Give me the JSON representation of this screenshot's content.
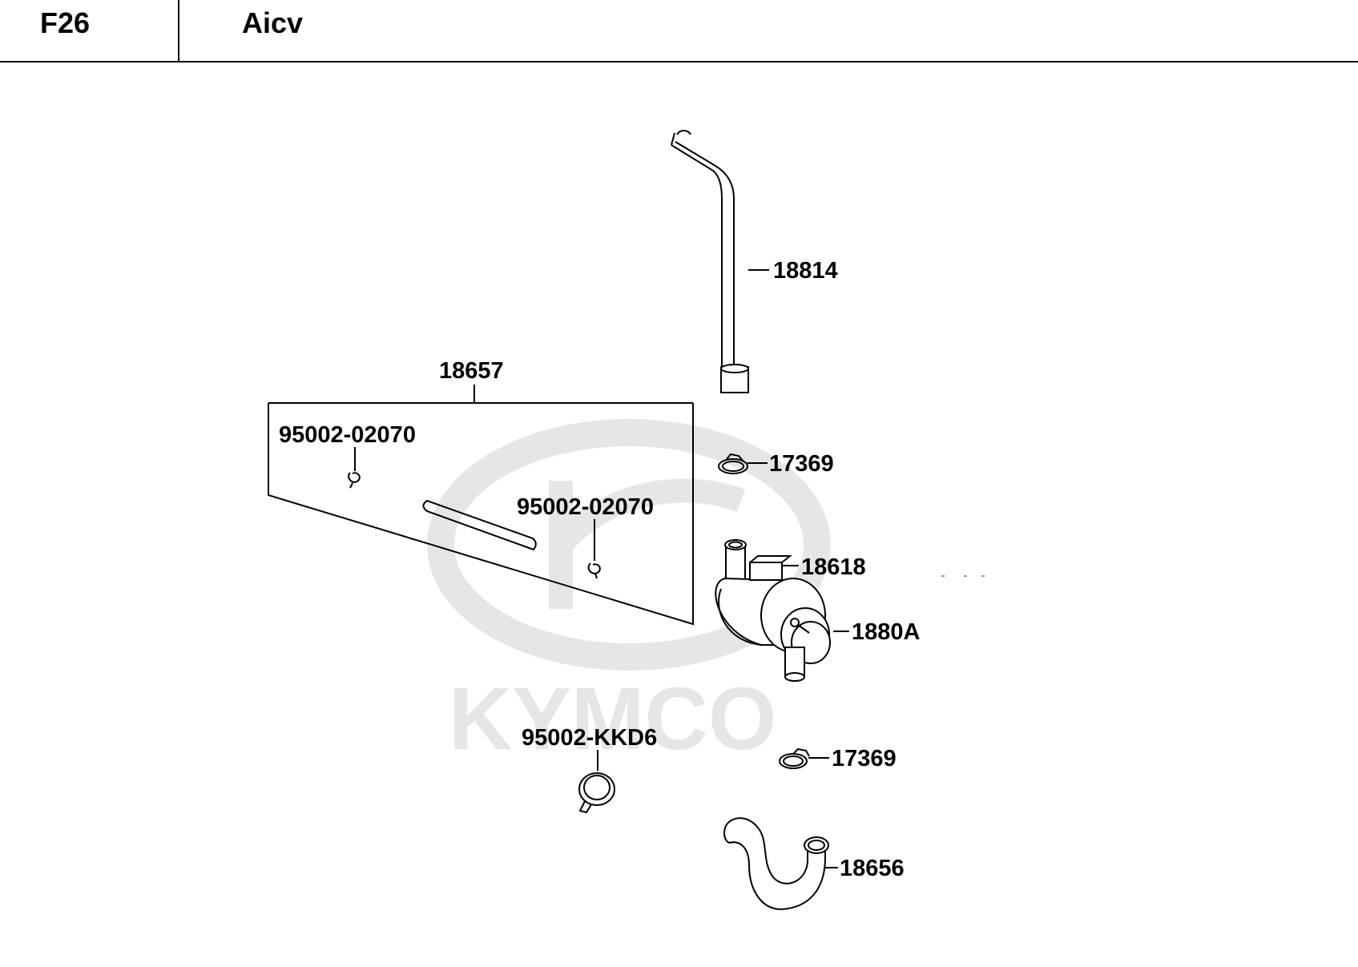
{
  "header": {
    "code": "F26",
    "title": "Aicv"
  },
  "watermark": {
    "text": "KYMCO",
    "color": "#e6e6e6"
  },
  "labels": {
    "p18814": "18814",
    "p18657": "18657",
    "p95002_02070_a": "95002-02070",
    "p95002_02070_b": "95002-02070",
    "p17369_top": "17369",
    "p18618": "18618",
    "p1880A": "1880A",
    "p95002_KKD6": "95002-KKD6",
    "p17369_bottom": "17369",
    "p18656": "18656"
  }
}
